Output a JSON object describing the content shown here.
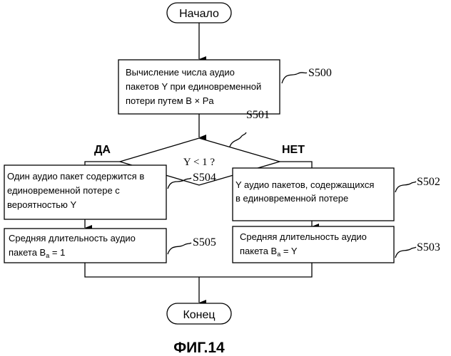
{
  "start": "Начало",
  "end": "Конец",
  "figure_caption": "ФИГ.14",
  "steps": {
    "s500": {
      "id": "S500",
      "lines": [
        "Вычисление числа аудио",
        "пакетов Y при единовременной",
        "потери путем B × Pa"
      ]
    },
    "s501": {
      "id": "S501",
      "condition": "Y < 1 ?",
      "yes": "ДА",
      "no": "НЕТ"
    },
    "s504": {
      "id": "S504",
      "lines": [
        "Один аудио пакет содержится в",
        "единовременной потере с",
        "вероятностью Y"
      ]
    },
    "s502": {
      "id": "S502",
      "lines": [
        "Y аудио пакетов, содержащихся",
        "в единовременной потере"
      ]
    },
    "s505": {
      "id": "S505",
      "line1": "Средняя длительность аудио",
      "line2_pre": "пакета B",
      "line2_sub": "a",
      "line2_post": " = 1"
    },
    "s503": {
      "id": "S503",
      "line1": "Средняя длительность аудио",
      "line2_pre": "пакета B",
      "line2_sub": "a",
      "line2_post": " = Y"
    }
  }
}
